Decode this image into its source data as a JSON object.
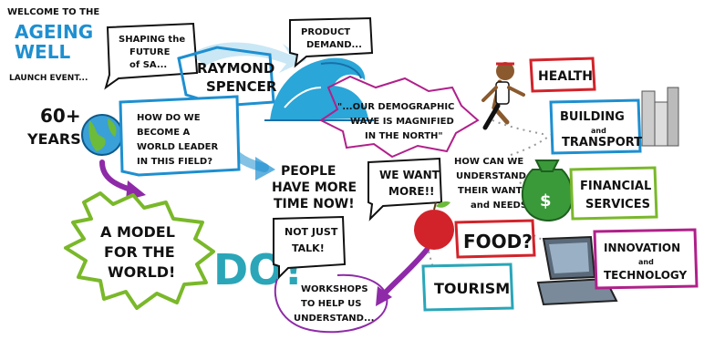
{
  "header": {
    "line1": "WELCOME TO THE",
    "line2": "AGEING",
    "line3": "WELL",
    "line4": "LAUNCH EVENT..."
  },
  "bubbles": {
    "shaping": [
      "SHAPING the",
      "FUTURE",
      "of SA..."
    ],
    "product": [
      "PRODUCT",
      "DEMAND..."
    ],
    "leader": [
      "HOW DO WE",
      "BECOME A",
      "WORLD LEADER",
      "IN THIS FIELD?"
    ],
    "wave_quote": [
      "\"...OUR DEMOGRAPHIC",
      "WAVE IS MAGNIFIED",
      "IN THE NORTH\""
    ],
    "want_more": [
      "WE WANT",
      "MORE!!"
    ],
    "understand": [
      "HOW CAN WE",
      "UNDERSTAND",
      "THEIR WANTS",
      "and NEEDS?"
    ],
    "not_just": [
      "NOT JUST",
      "TALK!"
    ],
    "workshops": [
      "WORKSHOPS",
      "TO HELP US",
      "UNDERSTAND..."
    ]
  },
  "labels": {
    "speaker": [
      "RAYMOND",
      "SPENCER"
    ],
    "age": [
      "60+",
      "YEARS"
    ],
    "model": [
      "A MODEL",
      "FOR THE",
      "WORLD!"
    ],
    "people": [
      "PEOPLE",
      "HAVE MORE",
      "TIME NOW!"
    ],
    "do": "DO!"
  },
  "sectors": {
    "health": "HEALTH",
    "building": [
      "BUILDING",
      "and",
      "TRANSPORT"
    ],
    "financial": [
      "FINANCIAL",
      "SERVICES"
    ],
    "innovation": [
      "INNOVATION",
      "and",
      "TECHNOLOGY"
    ],
    "food": "FOOD?",
    "tourism": "TOURISM"
  },
  "icons": [
    "globe-icon",
    "wave-icon",
    "runner-icon",
    "buildings-icon",
    "money-bag-icon",
    "laptop-icon",
    "apple-icon"
  ],
  "colors": {
    "blue": "#1e8fd0",
    "teal": "#2aa6b8",
    "purple": "#8e2aa8",
    "green": "#7ab82a",
    "red": "#d2232a",
    "magenta": "#b0208a"
  }
}
